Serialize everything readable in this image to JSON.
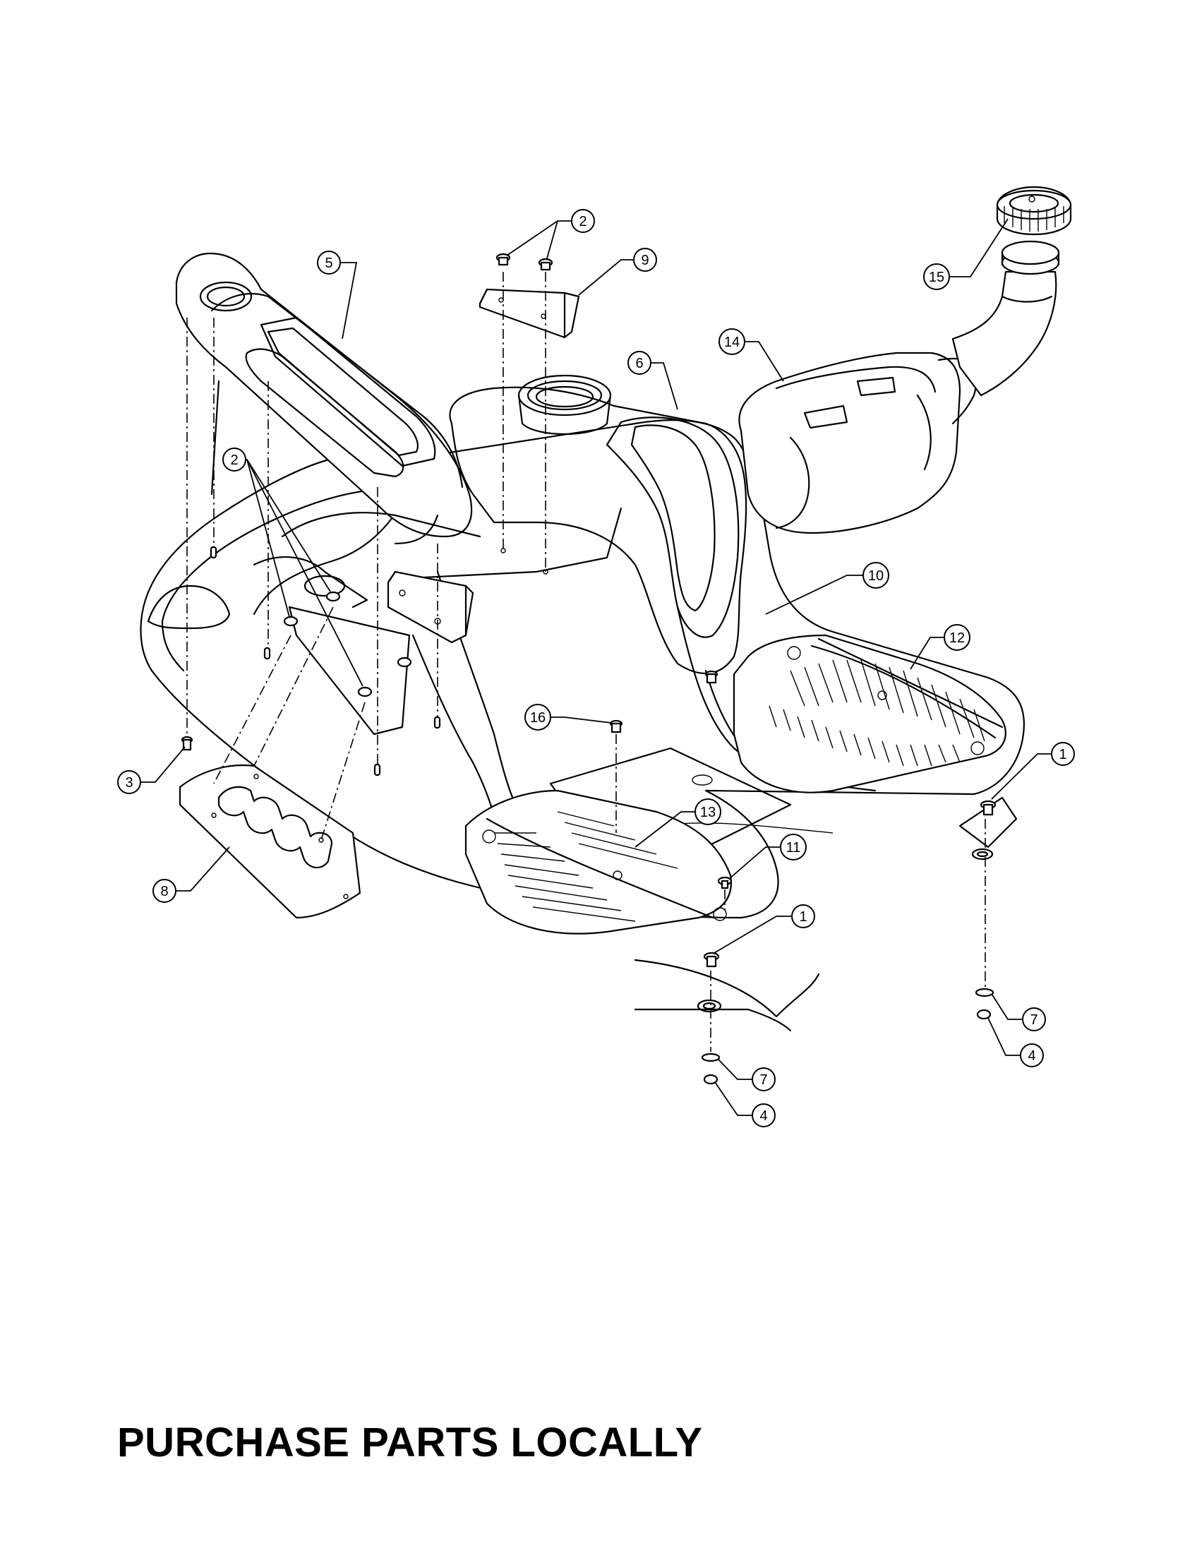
{
  "callouts": [
    {
      "id": "callout-2-top",
      "number": "2"
    },
    {
      "id": "callout-5",
      "number": "5"
    },
    {
      "id": "callout-9",
      "number": "9"
    },
    {
      "id": "callout-15",
      "number": "15"
    },
    {
      "id": "callout-14",
      "number": "14"
    },
    {
      "id": "callout-6",
      "number": "6"
    },
    {
      "id": "callout-2-left",
      "number": "2"
    },
    {
      "id": "callout-10",
      "number": "10"
    },
    {
      "id": "callout-12",
      "number": "12"
    },
    {
      "id": "callout-16",
      "number": "16"
    },
    {
      "id": "callout-1-right",
      "number": "1"
    },
    {
      "id": "callout-3",
      "number": "3"
    },
    {
      "id": "callout-13",
      "number": "13"
    },
    {
      "id": "callout-11",
      "number": "11"
    },
    {
      "id": "callout-8",
      "number": "8"
    },
    {
      "id": "callout-1-center",
      "number": "1"
    },
    {
      "id": "callout-7-right",
      "number": "7"
    },
    {
      "id": "callout-4-right",
      "number": "4"
    },
    {
      "id": "callout-7-center",
      "number": "7"
    },
    {
      "id": "callout-4-center",
      "number": "4"
    }
  ],
  "footer": {
    "text": "PURCHASE PARTS LOCALLY"
  }
}
